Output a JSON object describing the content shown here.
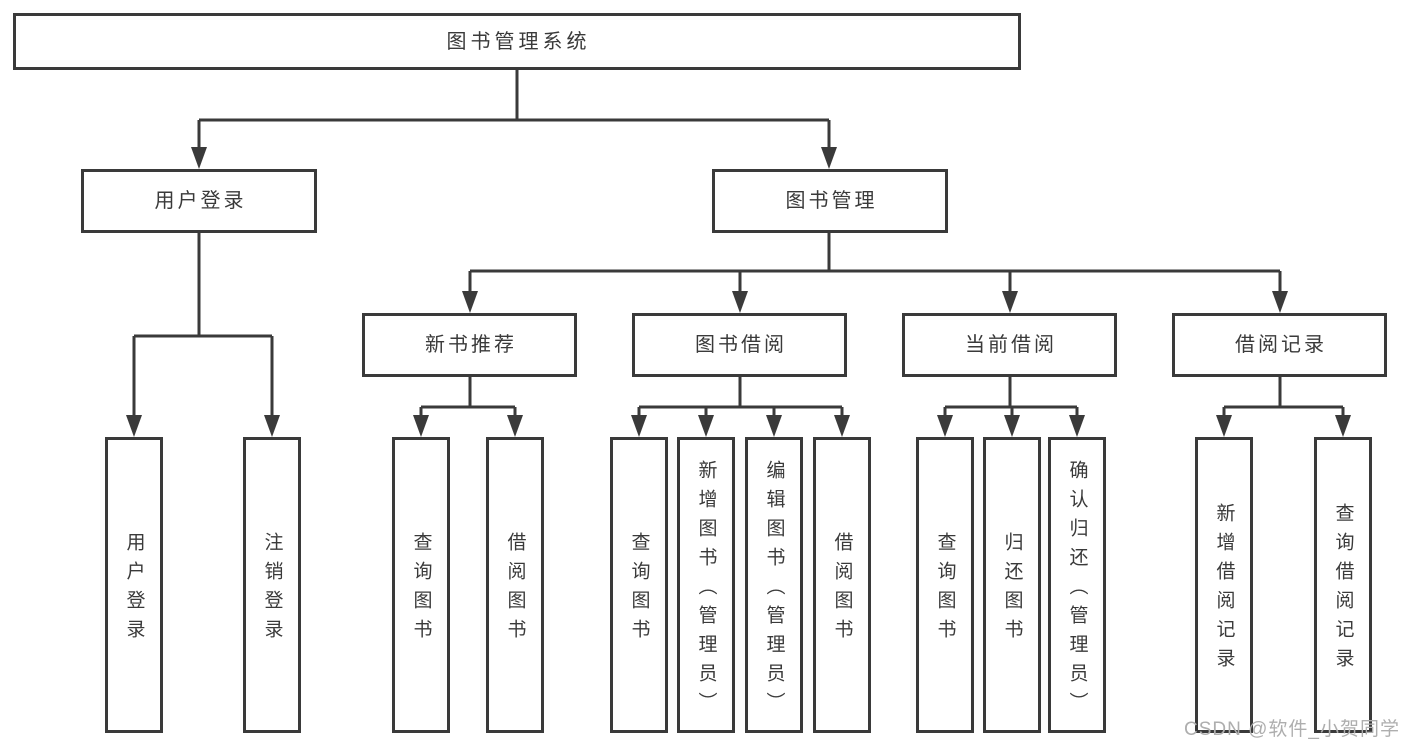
{
  "diagram": {
    "root": {
      "label": "图书管理系统"
    },
    "branches": [
      {
        "label": "用户登录",
        "children": [
          {
            "label": "用户登录"
          },
          {
            "label": "注销登录"
          }
        ]
      },
      {
        "label": "图书管理",
        "sections": [
          {
            "label": "新书推荐",
            "children": [
              {
                "label": "查询图书"
              },
              {
                "label": "借阅图书"
              }
            ]
          },
          {
            "label": "图书借阅",
            "children": [
              {
                "label": "查询图书"
              },
              {
                "label": "新增图书（管理员）"
              },
              {
                "label": "编辑图书（管理员）"
              },
              {
                "label": "借阅图书"
              }
            ]
          },
          {
            "label": "当前借阅",
            "children": [
              {
                "label": "查询图书"
              },
              {
                "label": "归还图书"
              },
              {
                "label": "确认归还（管理员）"
              }
            ]
          },
          {
            "label": "借阅记录",
            "children": [
              {
                "label": "新增借阅记录"
              },
              {
                "label": "查询借阅记录"
              }
            ]
          }
        ]
      }
    ],
    "watermark": "CSDN @软件_小贺同学",
    "colors": {
      "line": "#3a3a3a",
      "text": "#3a3a3a",
      "watermark": "#aeaeae",
      "background": "#ffffff"
    }
  }
}
